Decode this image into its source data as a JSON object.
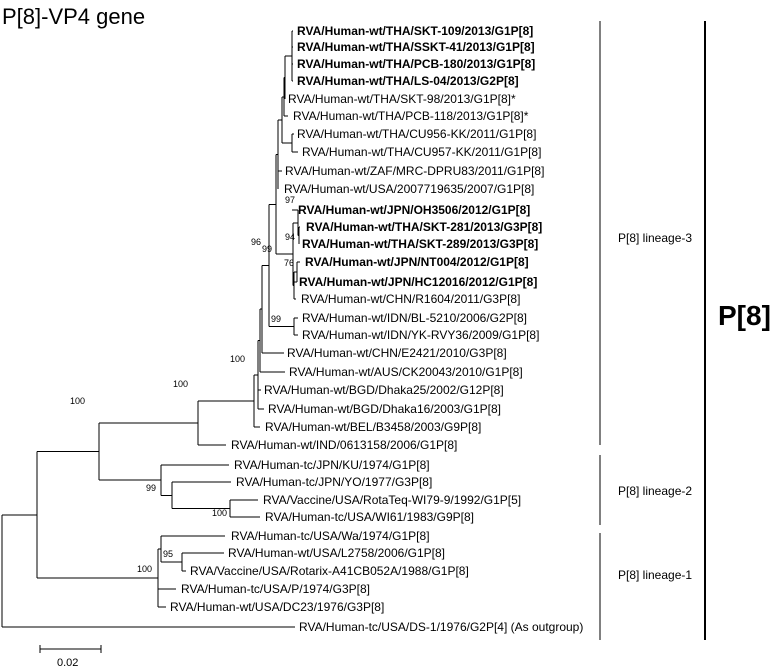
{
  "title": "P[8]-VP4 gene",
  "group_label": "P[8]",
  "colors": {
    "blue": "#1f1fb4",
    "red": "#e8141b",
    "black": "#000000"
  },
  "lineages": [
    "P[8] lineage-3",
    "P[8] lineage-2",
    "P[8] lineage-1"
  ],
  "scale_label": "0.02",
  "tips": [
    {
      "label": "RVA/Human-wt/THA/SKT-109/2013/G1P[8]",
      "color": "blue"
    },
    {
      "label": "RVA/Human-wt/THA/SSKT-41/2013/G1P[8]",
      "color": "blue"
    },
    {
      "label": "RVA/Human-wt/THA/PCB-180/2013/G1P[8]",
      "color": "blue"
    },
    {
      "label": "RVA/Human-wt/THA/LS-04/2013/G2P[8]",
      "color": "red"
    },
    {
      "label": "RVA/Human-wt/THA/SKT-98/2013/G1P[8]*",
      "color": "black"
    },
    {
      "label": "RVA/Human-wt/THA/PCB-118/2013/G1P[8]*",
      "color": "black"
    },
    {
      "label": "RVA/Human-wt/THA/CU956-KK/2011/G1P[8]",
      "color": "black"
    },
    {
      "label": "RVA/Human-wt/THA/CU957-KK/2011/G1P[8]",
      "color": "black"
    },
    {
      "label": "RVA/Human-wt/ZAF/MRC-DPRU83/2011/G1P[8]",
      "color": "black"
    },
    {
      "label": "RVA/Human-wt/USA/2007719635/2007/G1P[8]",
      "color": "black"
    },
    {
      "label": "RVA/Human-wt/JPN/OH3506/2012/G1P[8]",
      "color": "blue"
    },
    {
      "label": "RVA/Human-wt/THA/SKT-281/2013/G3P[8]",
      "color": "red"
    },
    {
      "label": "RVA/Human-wt/THA/SKT-289/2013/G3P[8]",
      "color": "red"
    },
    {
      "label": "RVA/Human-wt/JPN/NT004/2012/G1P[8]",
      "color": "blue"
    },
    {
      "label": "RVA/Human-wt/JPN/HC12016/2012/G1P[8]",
      "color": "blue"
    },
    {
      "label": "RVA/Human-wt/CHN/R1604/2011/G3P[8]",
      "color": "black"
    },
    {
      "label": "RVA/Human-wt/IDN/BL-5210/2006/G2P[8]",
      "color": "black"
    },
    {
      "label": "RVA/Human-wt/IDN/YK-RVY36/2009/G1P[8]",
      "color": "black"
    },
    {
      "label": "RVA/Human-wt/CHN/E2421/2010/G3P[8]",
      "color": "black"
    },
    {
      "label": "RVA/Human-wt/AUS/CK20043/2010/G1P[8]",
      "color": "black"
    },
    {
      "label": "RVA/Human-wt/BGD/Dhaka25/2002/G12P[8]",
      "color": "black"
    },
    {
      "label": "RVA/Human-wt/BGD/Dhaka16/2003/G1P[8]",
      "color": "black"
    },
    {
      "label": "RVA/Human-wt/BEL/B3458/2003/G9P[8]",
      "color": "black"
    },
    {
      "label": "RVA/Human-wt/IND/0613158/2006/G1P[8]",
      "color": "black"
    },
    {
      "label": "RVA/Human-tc/JPN/KU/1974/G1P[8]",
      "color": "black"
    },
    {
      "label": "RVA/Human-tc/JPN/YO/1977/G3P[8]",
      "color": "black"
    },
    {
      "label": "RVA/Vaccine/USA/RotaTeq-WI79-9/1992/G1P[5]",
      "color": "black"
    },
    {
      "label": "RVA/Human-tc/USA/WI61/1983/G9P[8]",
      "color": "black"
    },
    {
      "label": "RVA/Human-tc/USA/Wa/1974/G1P[8]",
      "color": "black"
    },
    {
      "label": "RVA/Human-wt/USA/L2758/2006/G1P[8]",
      "color": "black"
    },
    {
      "label": "RVA/Vaccine/USA/Rotarix-A41CB052A/1988/G1P[8]",
      "color": "black"
    },
    {
      "label": "RVA/Human-tc/USA/P/1974/G3P[8]",
      "color": "black"
    },
    {
      "label": "RVA/Human-wt/USA/DC23/1976/G3P[8]",
      "color": "black"
    },
    {
      "label": "RVA/Human-tc/USA/DS-1/1976/G2P[4] (As outgroup)",
      "color": "black"
    }
  ],
  "bootstrap": [
    {
      "value": "97"
    },
    {
      "value": "94"
    },
    {
      "value": "99"
    },
    {
      "value": "76"
    },
    {
      "value": "96"
    },
    {
      "value": "99"
    },
    {
      "value": "100"
    },
    {
      "value": "100"
    },
    {
      "value": "100"
    },
    {
      "value": "99"
    },
    {
      "value": "100"
    },
    {
      "value": "95"
    },
    {
      "value": "100"
    }
  ]
}
